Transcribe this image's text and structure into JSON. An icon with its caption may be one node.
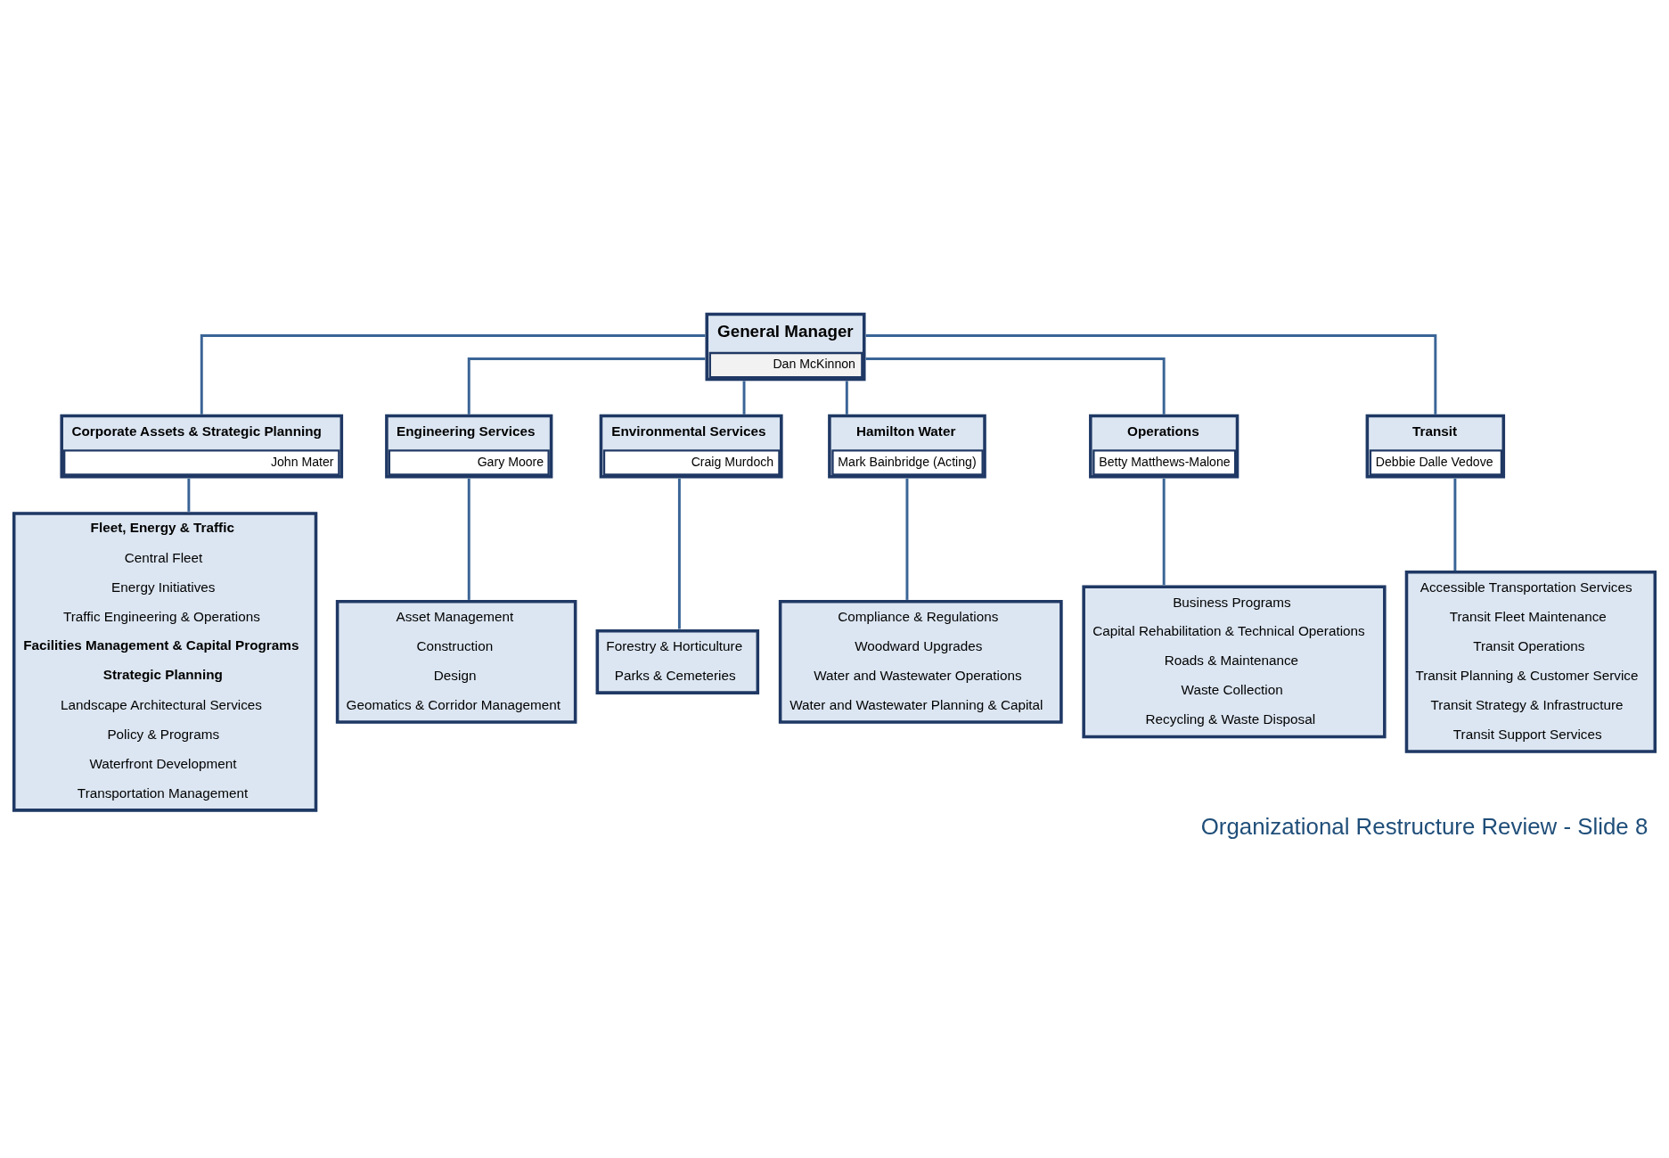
{
  "diagram": {
    "caption": "Organizational Restructure Review - Slide 8",
    "nodes": [
      {
        "text": [
          "General Manager",
          "Dan McKinnon"
        ]
      },
      {
        "text": [
          "Corporate Assets & Strategic Planning",
          "John Mater"
        ]
      },
      {
        "text": [
          "Engineering Services",
          "Gary Moore"
        ]
      },
      {
        "text": [
          "Environmental Services",
          "Craig Murdoch"
        ]
      },
      {
        "text": [
          "Hamilton Water",
          "Mark Bainbridge (Acting)"
        ]
      },
      {
        "text": [
          "Operations",
          "Betty Matthews-Malone"
        ]
      },
      {
        "text": [
          "Transit",
          "Debbie Dalle Vedove"
        ]
      },
      {
        "text": [
          "Fleet, Energy & Traffic",
          "Central Fleet",
          "Energy Initiatives",
          "Traffic Engineering & Operations",
          "Facilities Management & Capital Programs",
          "Strategic Planning",
          "Landscape Architectural Services",
          "Policy & Programs",
          "Waterfront Development",
          "Transportation Management"
        ]
      },
      {
        "text": [
          "Asset Management",
          "Construction",
          "Design",
          "Geomatics & Corridor Management"
        ]
      },
      {
        "text": [
          "Forestry & Horticulture",
          "Parks & Cemeteries"
        ]
      },
      {
        "text": [
          "Compliance & Regulations",
          "Woodward Upgrades",
          "Water and Wastewater Operations",
          "Water and Wastewater Planning & Capital"
        ]
      },
      {
        "text": [
          "Business Programs",
          "Capital Rehabilitation & Technical Operations",
          "Roads & Maintenance",
          "Waste Collection",
          "Recycling & Waste Disposal"
        ]
      },
      {
        "text": [
          "Accessible Transportation Services",
          "Transit Fleet Maintenance",
          "Transit Operations",
          "Transit Planning & Customer Service",
          "Transit Strategy & Infrastructure",
          "Transit Support Services"
        ]
      }
    ],
    "edges": [
      {
        "from": 0,
        "to": 1,
        "arrow": "none"
      },
      {
        "from": 0,
        "to": 2,
        "arrow": "none"
      },
      {
        "from": 0,
        "to": 3,
        "arrow": "none"
      },
      {
        "from": 0,
        "to": 4,
        "arrow": "none"
      },
      {
        "from": 0,
        "to": 5,
        "arrow": "none"
      },
      {
        "from": 0,
        "to": 6,
        "arrow": "none"
      },
      {
        "from": 1,
        "to": 7,
        "arrow": "none"
      },
      {
        "from": 2,
        "to": 8,
        "arrow": "none"
      },
      {
        "from": 3,
        "to": 9,
        "arrow": "none"
      },
      {
        "from": 4,
        "to": 10,
        "arrow": "none"
      },
      {
        "from": 5,
        "to": 11,
        "arrow": "none"
      },
      {
        "from": 6,
        "to": 12,
        "arrow": "none"
      }
    ]
  }
}
